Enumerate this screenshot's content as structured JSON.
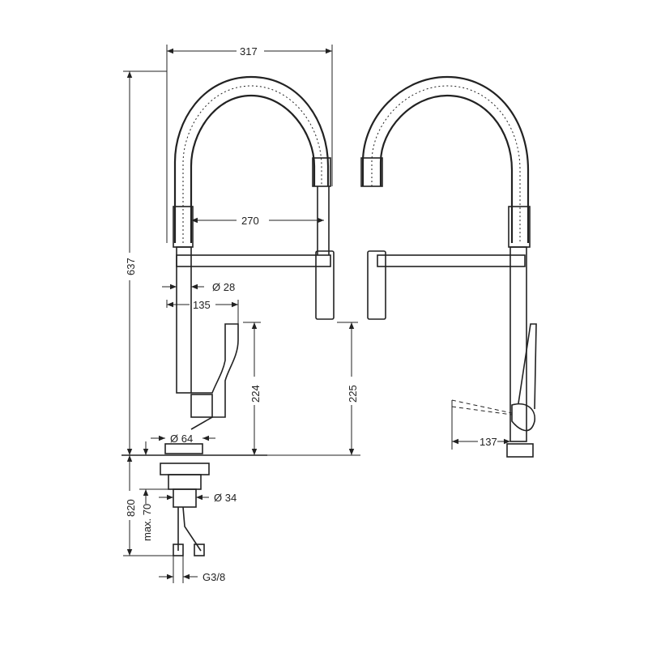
{
  "drawing": {
    "dimensions": {
      "width_top": "317",
      "total_height": "637",
      "spray_reach": "270",
      "tube_diameter": "Ø 28",
      "handle_reach": "135",
      "spout_height": "224",
      "head_height": "225",
      "base_diameter": "Ø 64",
      "shank_diameter": "Ø 34",
      "hose_length": "820",
      "max_thickness": "max. 70",
      "thread": "G3/8",
      "lever_reach": "137"
    }
  }
}
